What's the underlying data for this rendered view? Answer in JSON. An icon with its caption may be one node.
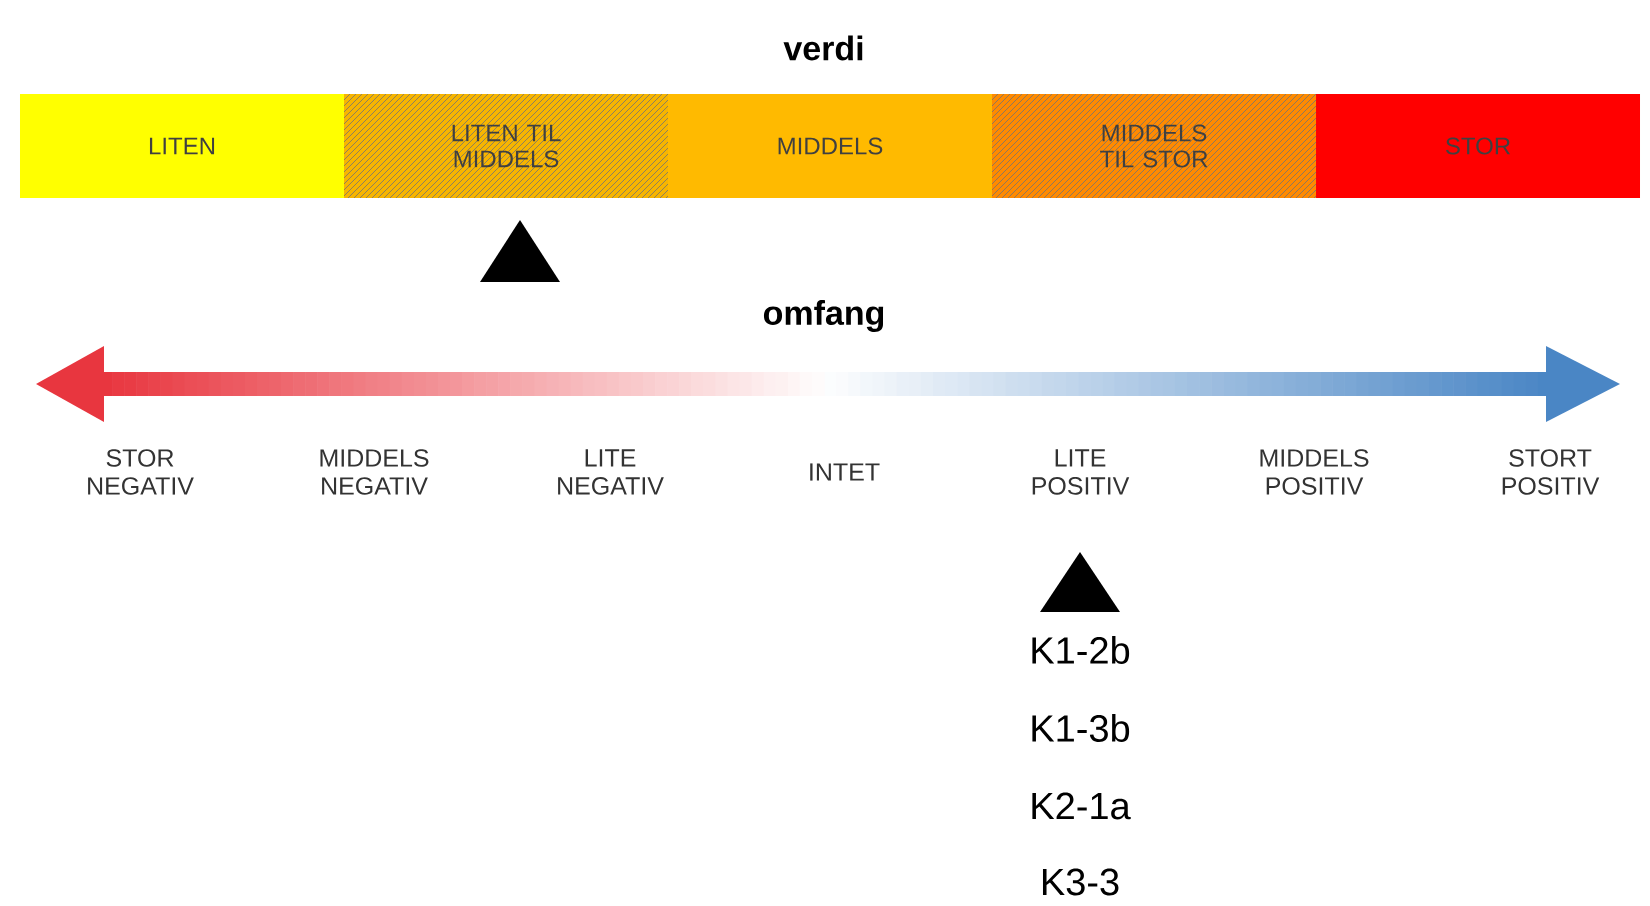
{
  "diagram": {
    "title": "verdi",
    "nodes": [
      {
        "text": [
          "LITEN"
        ]
      },
      {
        "text": [
          "LITEN TIL MIDDELS"
        ]
      },
      {
        "text": [
          "MIDDELS"
        ]
      },
      {
        "text": [
          "MIDDELS TIL STOR"
        ]
      },
      {
        "text": [
          "STOR"
        ]
      }
    ],
    "labels": [
      "omfang",
      "STOR NEGATIV",
      "MIDDELS NEGATIV",
      "LITE NEGATIV",
      "INTET",
      "LITE POSITIV",
      "MIDDELS POSITIV",
      "STORT POSITIV",
      "K1-2b",
      "K1-3b",
      "K2-1a",
      "K3-3"
    ]
  }
}
